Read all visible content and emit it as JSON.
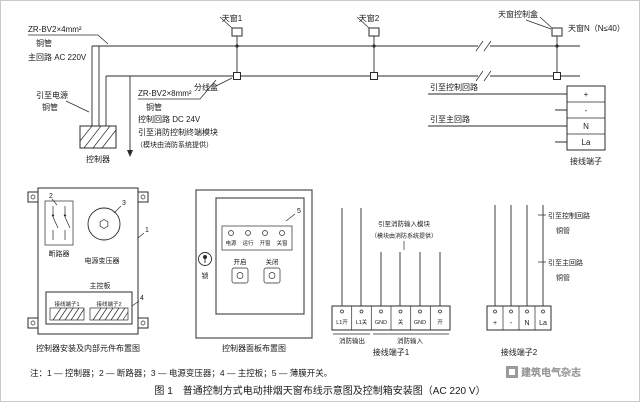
{
  "top_diagram": {
    "cable_main_spec": "ZR-BV2×4mm²",
    "conduit1": "铜管",
    "main_circuit": "主回路 AC 220V",
    "to_power": "引至电源",
    "conduit2": "铜管",
    "controller": "控制器",
    "cable_ctrl_spec": "ZR-BV2×8mm²",
    "conduit3": "铜管",
    "control_circuit": "控制回路 DC 24V",
    "to_fire_terminal": "引至消防控制终端模块",
    "fire_module_note": "（模块由消防系统提供）",
    "junction_box": "分线盒",
    "skylight1": "天窗1",
    "skylight2": "天窗2",
    "skylight_n": "天窗N（N≤40）",
    "skylight_control_box": "天窗控制盒",
    "to_control_circuit": "引至控制回路",
    "to_main_circuit": "引至主回路",
    "terminal_caption": "接线端子",
    "terminal_cells": [
      "+",
      "-",
      "N",
      "La"
    ]
  },
  "controller_layout": {
    "caption": "控制器安装及内部元件布置图",
    "breaker": "断路器",
    "transformer": "电源变压器",
    "main_board": "主控板",
    "terminal1": "接线端子1",
    "terminal2": "接线端子2",
    "callouts": {
      "c1": "1",
      "c2": "2",
      "c3": "3",
      "c4": "4"
    }
  },
  "panel_layout": {
    "caption": "控制器面板布置图",
    "indicators": [
      "电源",
      "运行",
      "开窗",
      "关窗"
    ],
    "open_button": "开启",
    "close_button": "关闭",
    "lock": "锁",
    "callout5": "5"
  },
  "terminal_block1": {
    "caption": "接线端子1",
    "cells": [
      "L1开",
      "L1关",
      "GND",
      "关",
      "GND",
      "开"
    ],
    "fire_output": "消防输出",
    "fire_input": "消防输入",
    "to_fire_input_module": "引至消防输入模块",
    "fire_module_note": "（模块由消防系统提供）"
  },
  "terminal_block2": {
    "caption": "接线端子2",
    "cells": [
      "+",
      "-",
      "N",
      "La"
    ],
    "to_control_circuit": "引至控制回路",
    "conduit1": "铜管",
    "to_main_circuit": "引至主回路",
    "conduit2": "铜管"
  },
  "footer": {
    "note": "注：1 — 控制器；2 — 断路器；3 — 电源变压器；4 — 主控板；5 — 薄膜开关。",
    "watermark": "建筑电气杂志",
    "caption": "图 1　普通控制方式电动排烟天窗布线示意图及控制箱安装图（AC 220 V）"
  }
}
